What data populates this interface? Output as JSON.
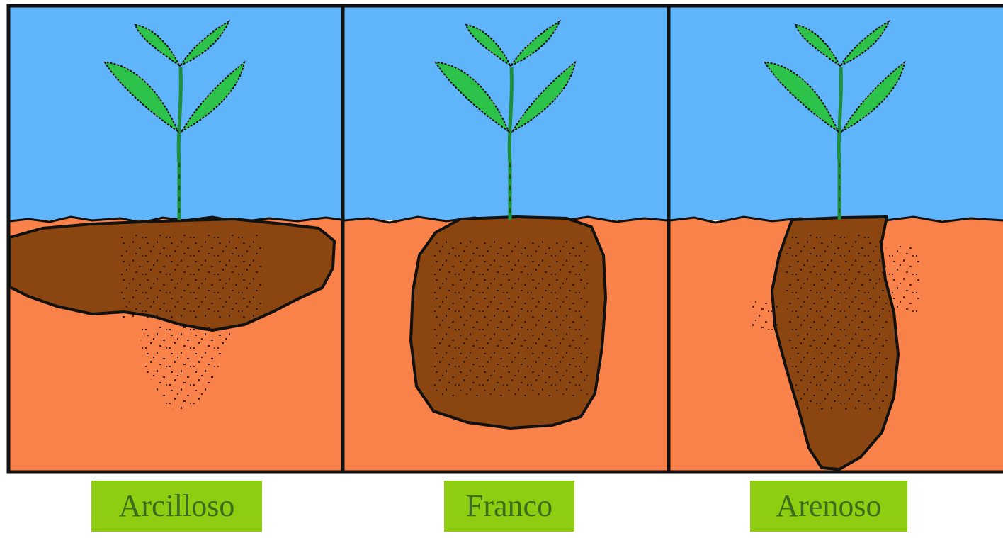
{
  "colors": {
    "sky": "#5fb4fa",
    "soil": "#f9814a",
    "root_zone": "#8b4510",
    "root_speckle": "#2a1606",
    "leaf": "#2dc24a",
    "stem": "#1e8f3a",
    "outline": "#111111",
    "label_bg": "#8fcd12",
    "label_text": "#3a6e1d"
  },
  "icons": {
    "plant": "plant-seedling-icon",
    "root_zone": "wet-bulb-shape"
  },
  "panels": [
    {
      "name": "arcilloso",
      "label": "Arcilloso",
      "root_shape": "wide-shallow"
    },
    {
      "name": "franco",
      "label": "Franco",
      "root_shape": "round-medium"
    },
    {
      "name": "arenoso",
      "label": "Arenoso",
      "root_shape": "narrow-deep"
    }
  ]
}
